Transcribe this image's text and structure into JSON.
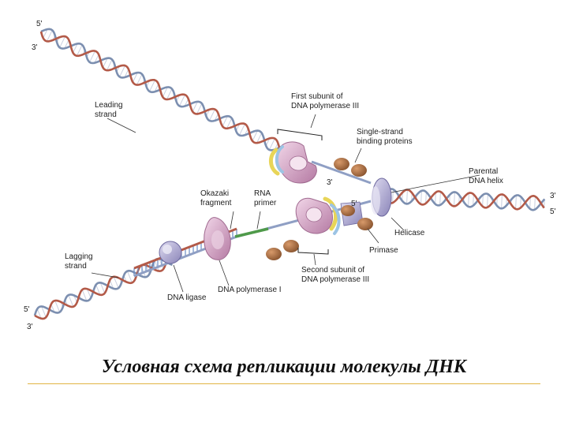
{
  "labels": {
    "leading_strand": "Leading\nstrand",
    "lagging_strand": "Lagging\nstrand",
    "first_subunit": "First subunit of\nDNA polymerase III",
    "ssb_proteins": "Single-strand\nbinding proteins",
    "parental_helix": "Parental\nDNA helix",
    "okazaki": "Okazaki\nfragment",
    "rna_primer": "RNA\nprimer",
    "helicase": "Helicase",
    "primase": "Primase",
    "second_subunit": "Second subunit of\nDNA polymerase III",
    "dna_ligase": "DNA ligase",
    "dna_pol_1": "DNA polymerase I"
  },
  "strand_ends": {
    "top_5": "5'",
    "top_3": "3'",
    "right_3": "3'",
    "right_5": "5'",
    "bottom_5": "5'",
    "bottom_3": "3'",
    "center_3": "3'",
    "center_5": "5'"
  },
  "caption": "Условная схема репликации молекулы ДНК",
  "colors": {
    "strand_red": "#b35a48",
    "strand_blue": "#7c8fb0",
    "rung_blue": "#6a8cc4",
    "primer_green": "#4f9a4a",
    "polymerase_pink": "#d4a3c4",
    "helicase_lilac": "#a9a3cc",
    "ssb_brown": "#a06840",
    "caption_rule": "#e2b443"
  }
}
